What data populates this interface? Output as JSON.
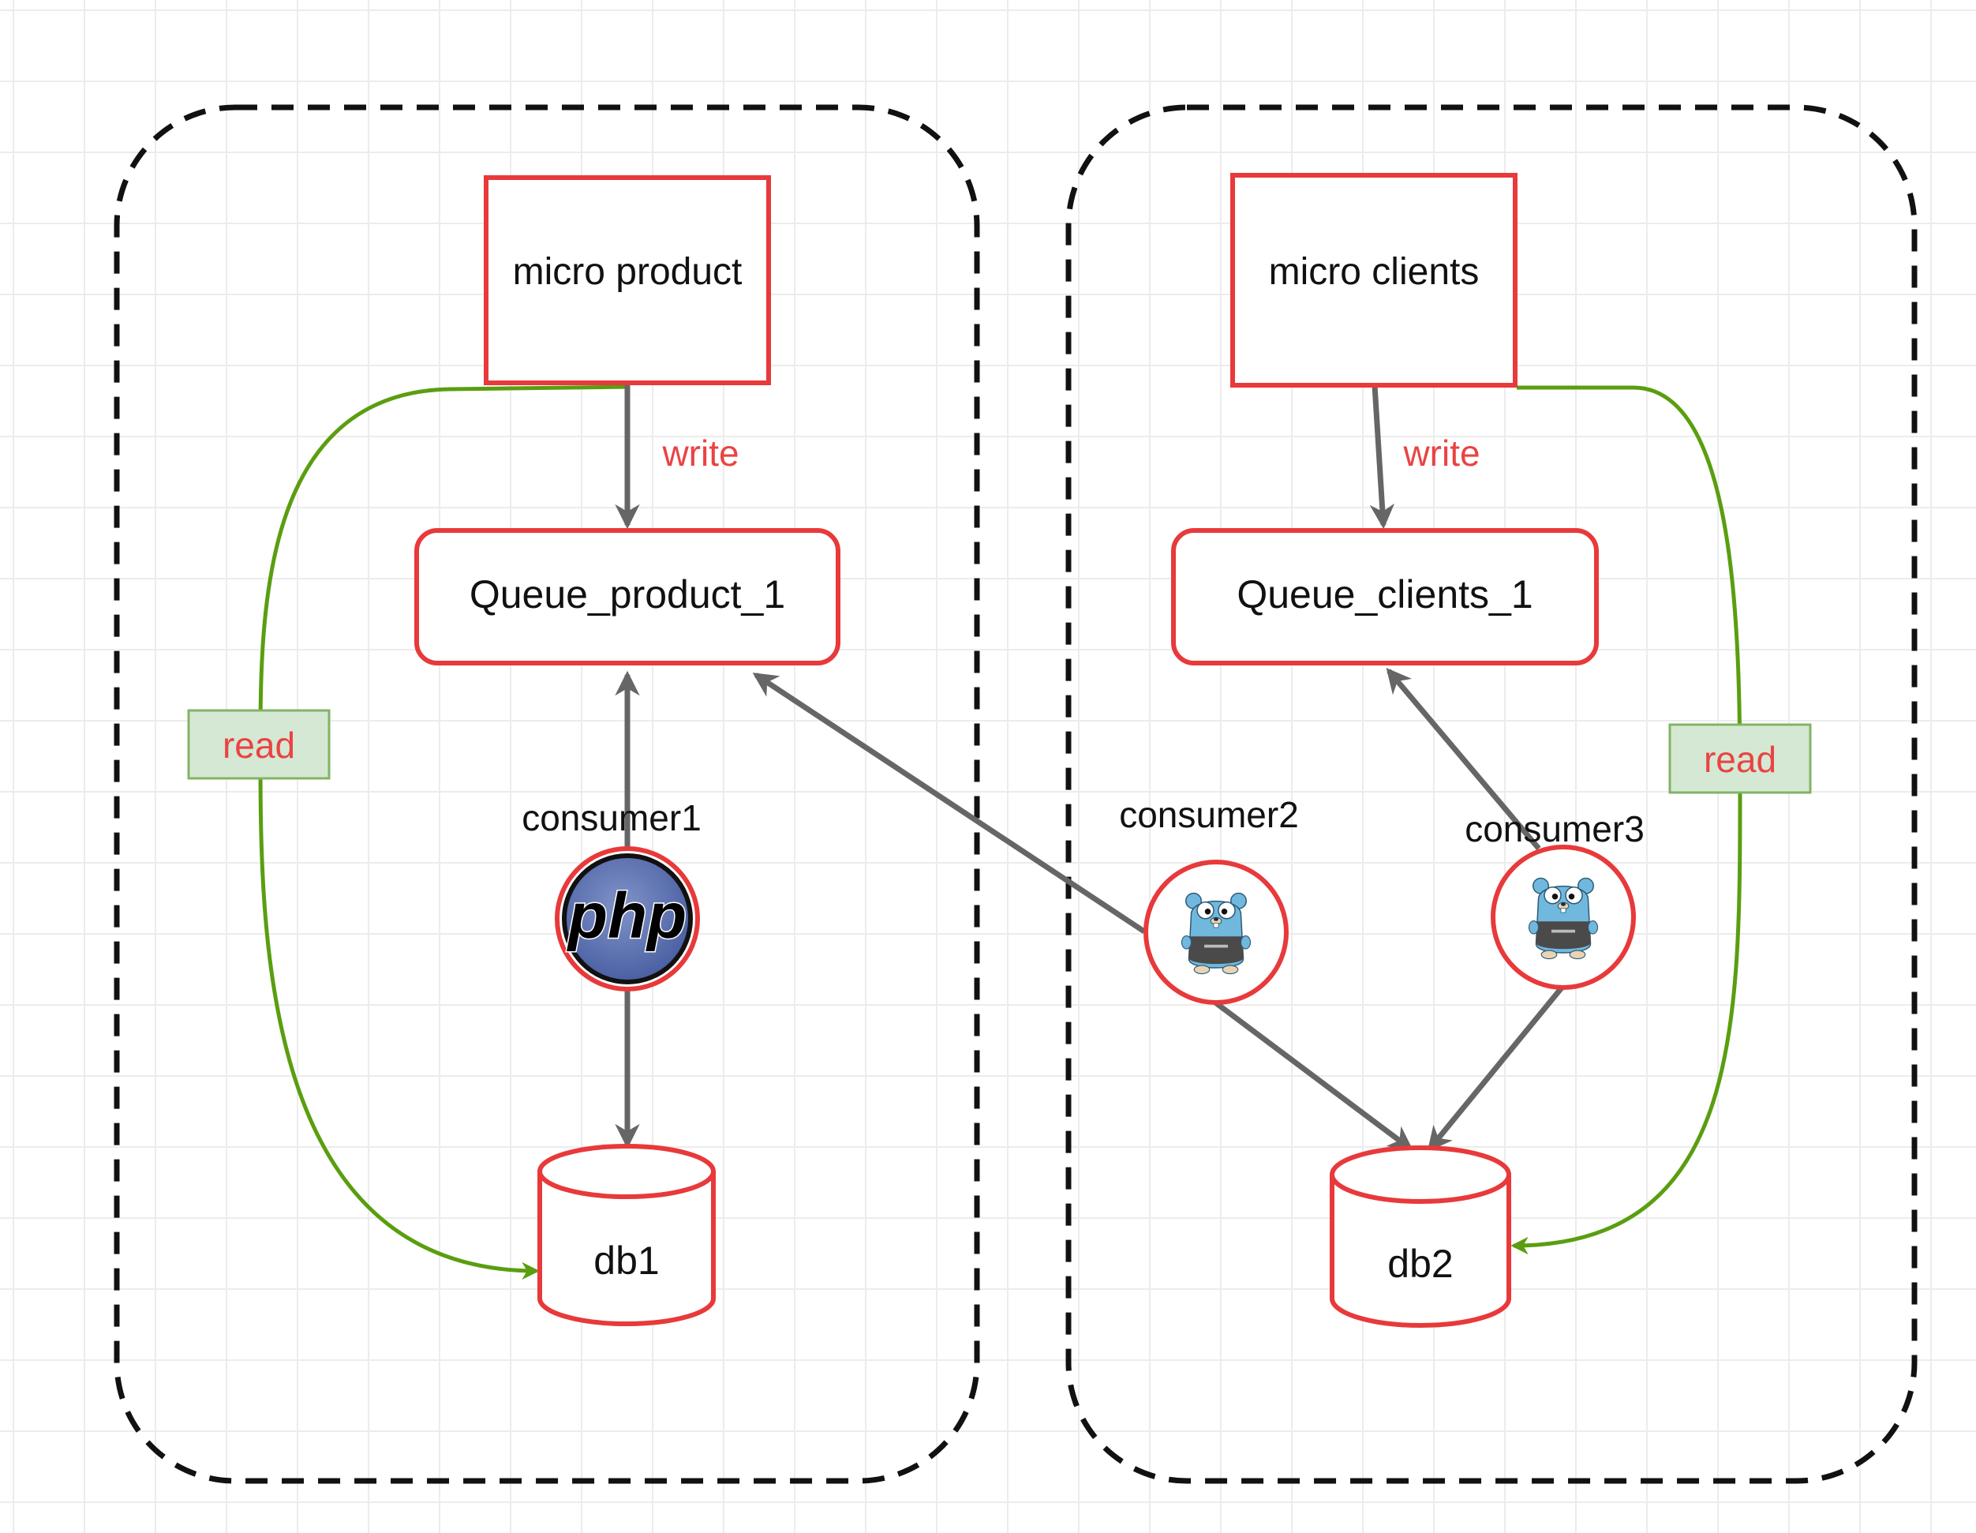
{
  "colors": {
    "node_border": "#e8393b",
    "edge_gray": "#666666",
    "edge_green": "#5a9e10",
    "label_red": "#ea4343",
    "read_fill": "#d5e8d4",
    "read_border": "#82b366",
    "group_border": "#111111",
    "php_fill": "#5a73b5",
    "gopher_fill": "#70b8de"
  },
  "groups": {
    "product": {
      "service": "micro product",
      "queue": "Queue_product_1",
      "consumer": "consumer1",
      "database": "db1",
      "write_label": "write",
      "read_label": "read",
      "consumer_icon": "php-logo-icon",
      "php_logo_text": "php"
    },
    "clients": {
      "service": "micro clients",
      "queue": "Queue_clients_1",
      "consumer_a": "consumer2",
      "consumer_b": "consumer3",
      "database": "db2",
      "write_label": "write",
      "read_label": "read",
      "consumer_icon": "go-gopher-icon"
    }
  }
}
